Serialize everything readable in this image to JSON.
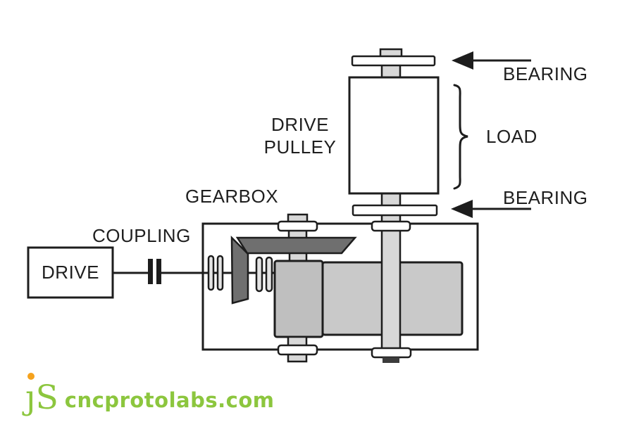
{
  "labels": {
    "bearing_top": "BEARING",
    "load": "LOAD",
    "bearing_bottom": "BEARING",
    "drive_pulley_line1": "DRIVE",
    "drive_pulley_line2": "PULLEY",
    "gearbox": "GEARBOX",
    "coupling": "COUPLING",
    "drive": "DRIVE"
  },
  "footer": {
    "logo_mark": "ȷS",
    "brand": "cncprotolabs.com"
  },
  "colors": {
    "line_dark": "#1d1d1d",
    "gear_dark_gray": "#6f6f6f",
    "body_light_gray": "#c6c6c6",
    "shaft_gray": "#d8d8d8",
    "logo_green": "#8cc63e",
    "logo_dot_orange": "#f5a21d"
  }
}
